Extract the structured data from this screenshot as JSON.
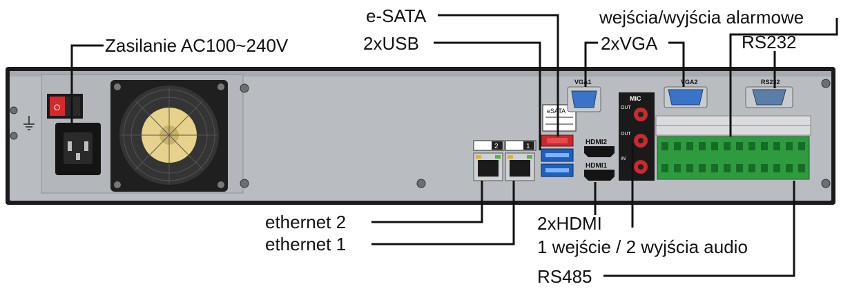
{
  "labels": {
    "power": "Zasilanie AC100~240V",
    "esata": "e-SATA",
    "usb": "2xUSB",
    "vga": "2xVGA",
    "alarm_io": "wejścia/wyjścia alarmowe",
    "rs232": "RS232",
    "ethernet2": "ethernet 2",
    "ethernet1": "ethernet 1",
    "hdmi": "2xHDMI",
    "audio": "1 wejście / 2 wyjścia audio",
    "rs485": "RS485"
  },
  "panel_text": {
    "vga1": "VGA1",
    "vga2": "VGA2",
    "rs232_port": "RS232",
    "mic": "MIC",
    "out": "OUT",
    "in": "IN",
    "esata_port": "eSATA",
    "hdmi2": "HDMI2",
    "hdmi1": "HDMI1",
    "lan2": "2",
    "lan1": "1",
    "switch_on": "O"
  },
  "colors": {
    "chassis": "#b9bdc1",
    "chassis_frame": "#1b1b1d",
    "terminal_green": "#2e9b3e",
    "vga_blue": "#3a74c9",
    "usb_blue": "#2d6fd0",
    "esata_red": "#d8282c",
    "switch_red": "#d62a2a"
  }
}
